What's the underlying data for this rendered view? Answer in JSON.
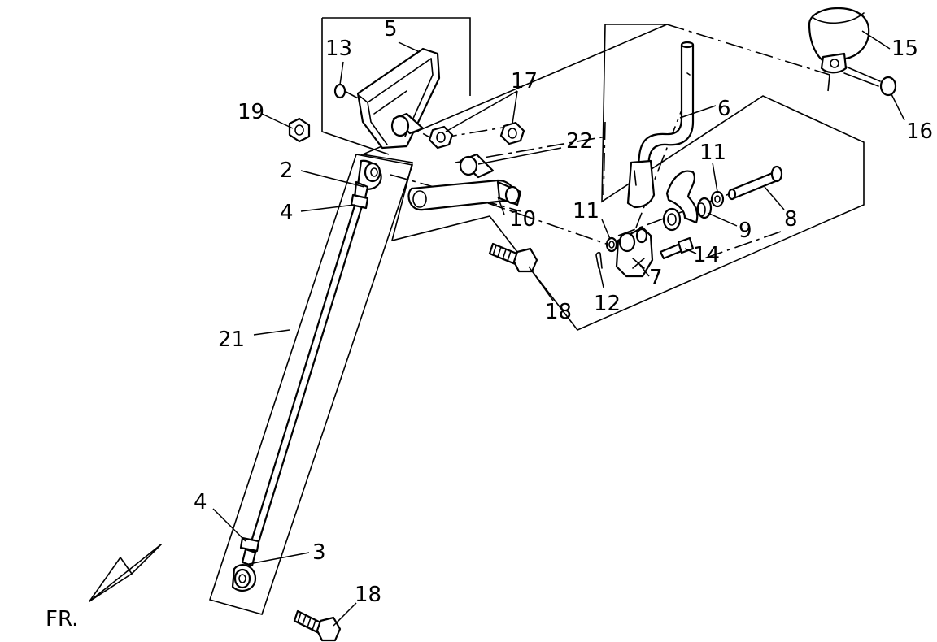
{
  "callouts": {
    "c2": "2",
    "c3": "3",
    "c4a": "4",
    "c4b": "4",
    "c5": "5",
    "c6": "6",
    "c7": "7",
    "c8": "8",
    "c9": "9",
    "c10": "10",
    "c11a": "11",
    "c11b": "11",
    "c12": "12",
    "c13": "13",
    "c14": "14",
    "c15": "15",
    "c16": "16",
    "c17": "17",
    "c18a": "18",
    "c18b": "18",
    "c19": "19",
    "c21": "21",
    "c22": "22"
  },
  "front_indicator": "FR."
}
